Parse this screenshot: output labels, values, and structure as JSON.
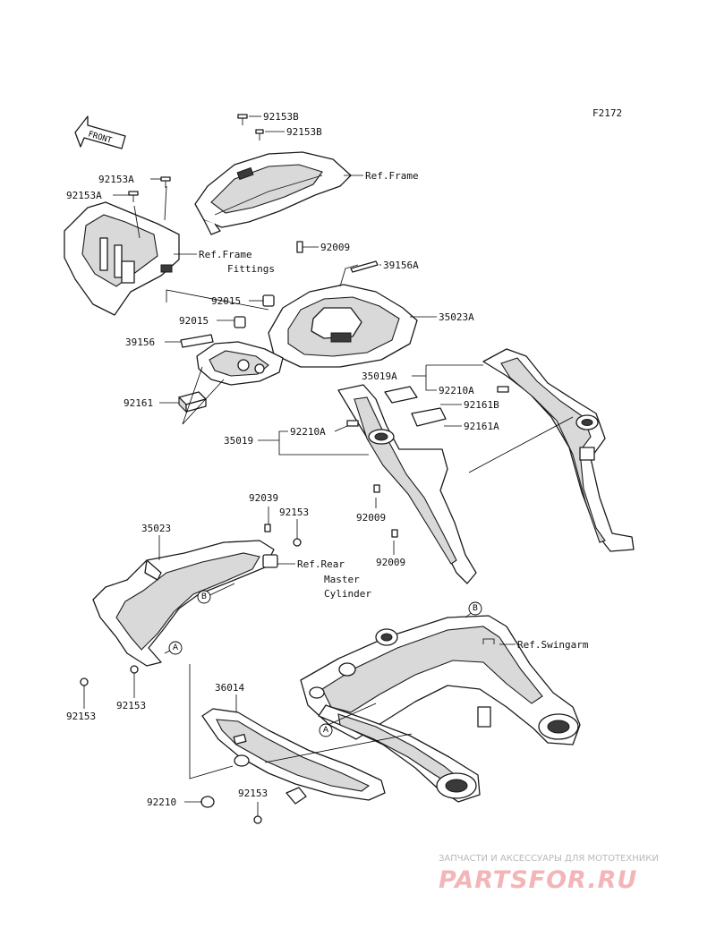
{
  "figure_id": "F2172",
  "front_label": "FRONT",
  "callouts": {
    "c1": "92153B",
    "c2": "92153B",
    "c3": "Ref.Frame",
    "c4": "92153A",
    "c5": "92153A",
    "c6": "Ref.Frame",
    "c7": "Fittings",
    "c8": "92009",
    "c9": "39156A",
    "c10": "92015",
    "c11": "35023A",
    "c12": "92015",
    "c13": "39156",
    "c14": "35019A",
    "c15": "92210A",
    "c16": "92161",
    "c17": "92161B",
    "c18": "92161A",
    "c19": "35019",
    "c20": "92210A",
    "c21": "92009",
    "c22": "92009",
    "c23": "92039",
    "c24": "92153",
    "c25": "35023",
    "c26": "Ref.Rear",
    "c27": "Master",
    "c28": "Cylinder",
    "c29": "Ref.Swingarm",
    "c30": "36014",
    "c31": "92153",
    "c32": "92153",
    "c33": "92210",
    "c34": "92153"
  },
  "markers": {
    "a1": "A",
    "a2": "A",
    "b1": "B",
    "b2": "B"
  },
  "watermark": {
    "tagline": "ЗАПЧАСТИ И АКСЕССУАРЫ ДЛЯ МОТОТЕХНИКИ",
    "logo": "PARTSFOR.RU"
  }
}
